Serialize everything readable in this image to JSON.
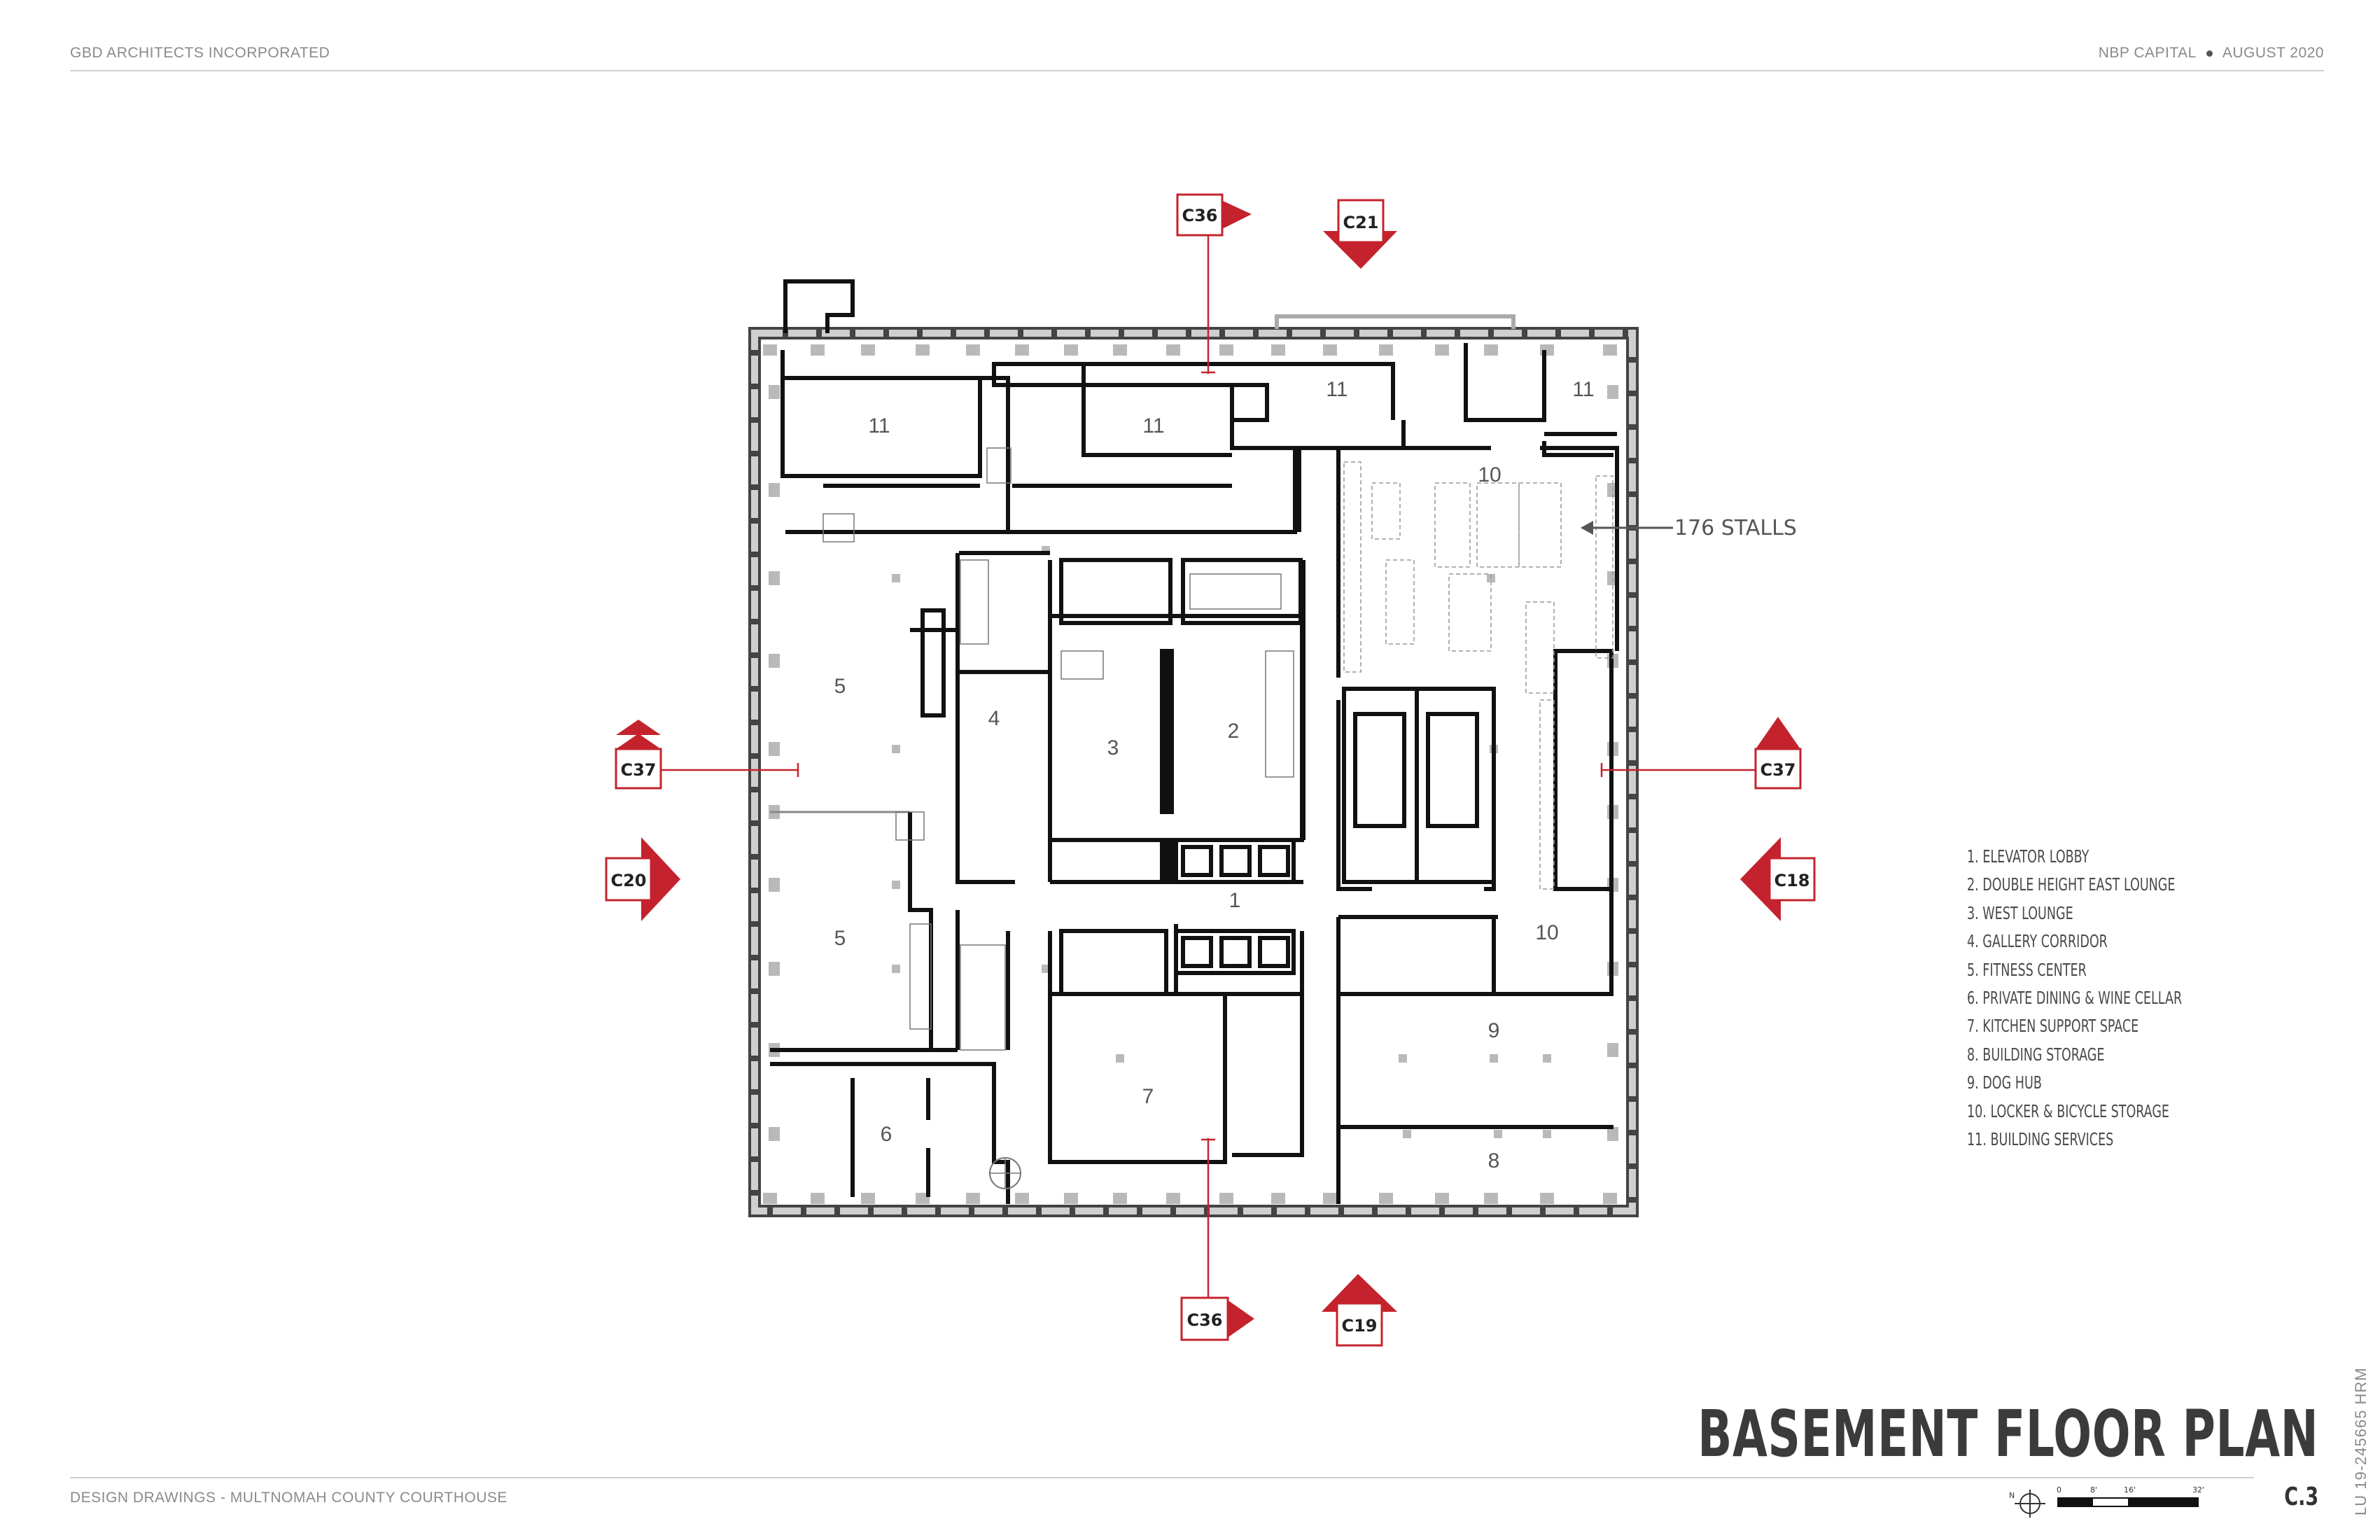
{
  "header": {
    "firm": "GBD ARCHITECTS INCORPORATED",
    "client": "NBP CAPITAL",
    "date": "AUGUST 2020"
  },
  "footer": {
    "project": "DESIGN DRAWINGS - MULTNOMAH COUNTY COURTHOUSE",
    "sheet_number": "C.3",
    "vertical_code": "LU 19-245665 HRM"
  },
  "title": "BASEMENT FLOOR PLAN",
  "scale_bar": {
    "north": "N",
    "ticks": [
      "0",
      "8'",
      "16'",
      "32'"
    ]
  },
  "section_markers": [
    "C36",
    "C21",
    "C37",
    "C37",
    "C20",
    "C18",
    "C36",
    "C19"
  ],
  "stalls_label": "176 STALLS",
  "room_numbers": [
    "11",
    "11",
    "11",
    "11",
    "10",
    "5",
    "4",
    "3",
    "2",
    "5",
    "1",
    "10",
    "9",
    "7",
    "6",
    "8"
  ],
  "legend": [
    "1. ELEVATOR LOBBY",
    "2. DOUBLE HEIGHT EAST LOUNGE",
    "3. WEST LOUNGE",
    "4. GALLERY CORRIDOR",
    "5. FITNESS CENTER",
    "6. PRIVATE DINING & WINE CELLAR",
    "7. KITCHEN SUPPORT SPACE",
    "8. BUILDING STORAGE",
    "9. DOG HUB",
    "10. LOCKER & BICYCLE STORAGE",
    "11. BUILDING SERVICES"
  ],
  "colors": {
    "marker_red": "#c4232d",
    "wall": "#111111",
    "column": "#b9b9b9",
    "text": "#555555"
  }
}
